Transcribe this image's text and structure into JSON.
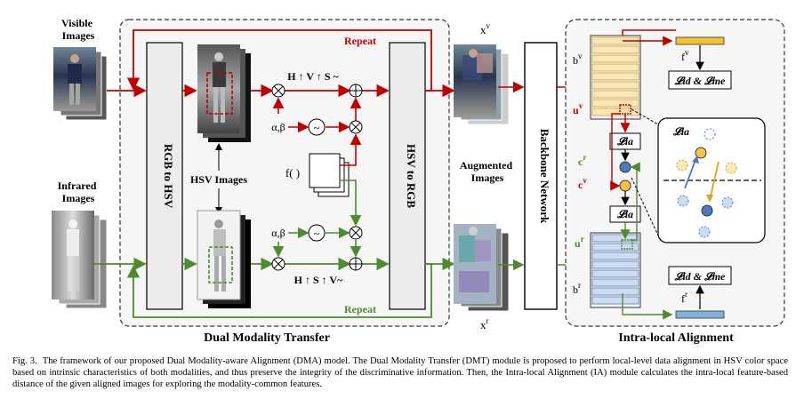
{
  "figure": {
    "inputs": {
      "visible": "Visible\nImages",
      "infrared": "Infrared\nImages"
    },
    "dmt": {
      "title": "Dual Modality Transfer",
      "rgb_to_hsv": "RGB to HSV",
      "hsv_to_rgb": "HSV to RGB",
      "hsv_images": "HSV Images",
      "repeat_top": "Repeat",
      "repeat_bottom": "Repeat",
      "alpha_beta_top": "α,β",
      "alpha_beta_bottom": "α,β",
      "f_func": "f(  )",
      "formula_top": "H ↑ V ↑ S ~",
      "formula_bottom": "H ↑ S ↑ V~"
    },
    "outputs": {
      "xv": "x",
      "xv_sup": "v",
      "xr": "x",
      "xr_sup": "r",
      "augmented": "Augmented\nImages"
    },
    "backbone": "Backbone Network",
    "ia": {
      "title": "Intra-local Alignment",
      "bv": "b",
      "bv_sup": "v",
      "br": "b",
      "br_sup": "r",
      "uv": "u",
      "uv_sup": "v",
      "ur": "u",
      "ur_sup": "r",
      "cr": "c",
      "cr_sup": "r",
      "cv": "c",
      "cv_sup": "v",
      "fv": "f",
      "fv_sup": "v",
      "fr": "f",
      "fr_sup": "r",
      "loss_top": "𝓛id & 𝓛me",
      "loss_bottom": "𝓛id & 𝓛me",
      "lia_1": "𝓛ia",
      "lia_2": "𝓛ia",
      "lia_panel": "𝓛ia"
    },
    "colors": {
      "red": "#c00000",
      "green": "#4e8a2e",
      "feature_top": "#fbe7b3",
      "feature_bottom": "#cddcf0",
      "fv_bar": "#f2c230",
      "fr_bar": "#7fb2dd",
      "node_blue": "#4a7cc2",
      "node_yellow": "#f5c542"
    }
  },
  "caption": {
    "label": "Fig. 3.",
    "text": "The framework of our proposed Dual Modality-aware Alignment (DMA) model. The Dual Modality Transfer (DMT) module is proposed to perform local-level data alignment in HSV color space based on intrinsic characteristics of both modalities, and thus preserve the integrity of the discriminative information. Then, the Intra-local Alignment (IA) module calculates the intra-local feature-based distance of the given aligned images for exploring the modality-common features."
  }
}
